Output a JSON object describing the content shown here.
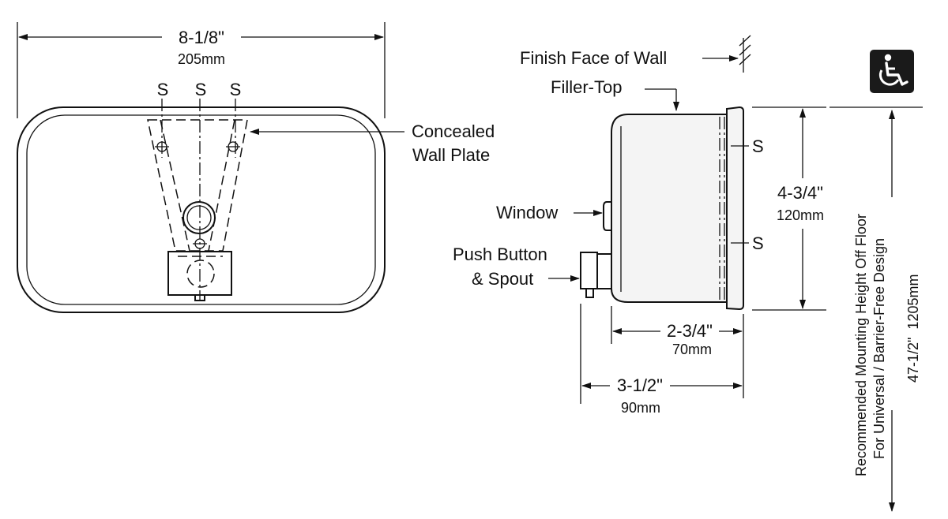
{
  "front_view": {
    "width_in": "8-1/8\"",
    "width_mm": "205mm",
    "screw_labels": [
      "S",
      "S",
      "S"
    ],
    "callout_concealed": [
      "Concealed",
      "Wall Plate"
    ]
  },
  "side_view": {
    "label_wall": "Finish Face of Wall",
    "label_filler": "Filler-Top",
    "label_window": "Window",
    "label_push": [
      "Push Button",
      "& Spout"
    ],
    "screw_labels": [
      "S",
      "S"
    ],
    "height_in": "4-3/4\"",
    "height_mm": "120mm",
    "depth_body_in": "2-3/4\"",
    "depth_body_mm": "70mm",
    "depth_total_in": "3-1/2\"",
    "depth_total_mm": "90mm"
  },
  "mounting": {
    "note_line1": "Recommended Mounting Height Off Floor",
    "note_line2": "For Universal / Barrier-Free Design",
    "height_text": "47-1/2\"  1205mm",
    "accessibility_icon": "wheelchair-accessible-icon"
  }
}
